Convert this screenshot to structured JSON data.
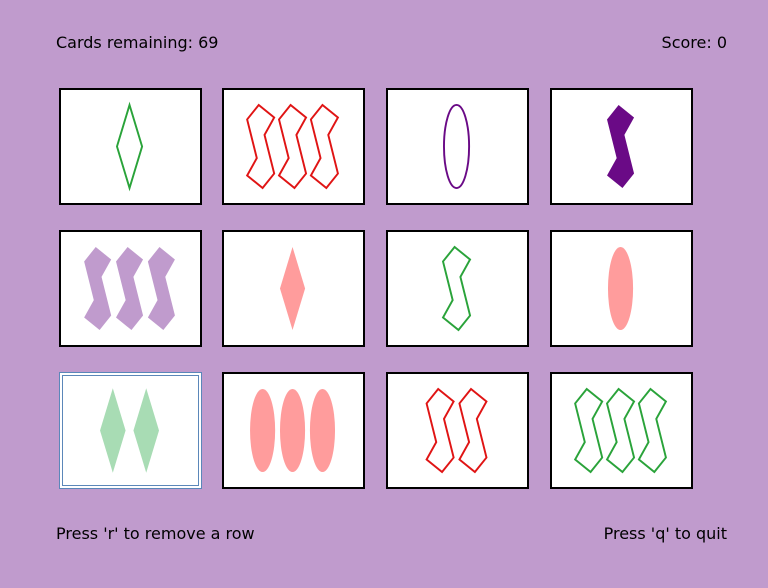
{
  "hud": {
    "cards_remaining_label": "Cards remaining: 69",
    "score_label": "Score: 0",
    "hint_remove": "Press 'r' to remove a row",
    "hint_quit": "Press 'q' to quit"
  },
  "colors": {
    "background": "#c09bcd",
    "green": "#2aa33a",
    "red": "#e01414",
    "purple": "#6a0a86",
    "lilac": "#c09bcd",
    "pink": "#ff9c9c",
    "mint": "#a8dcb4",
    "selection": "#5b87b9"
  },
  "cards": [
    {
      "shape": "diamond",
      "count": 1,
      "color": "#2aa33a",
      "fill": "outline",
      "selected": false
    },
    {
      "shape": "squiggle",
      "count": 3,
      "color": "#e01414",
      "fill": "outline",
      "selected": false
    },
    {
      "shape": "oval",
      "count": 1,
      "color": "#6a0a86",
      "fill": "outline",
      "selected": false
    },
    {
      "shape": "squiggle",
      "count": 1,
      "color": "#6a0a86",
      "fill": "solid",
      "selected": false
    },
    {
      "shape": "squiggle",
      "count": 3,
      "color": "#c09bcd",
      "fill": "solid",
      "selected": false
    },
    {
      "shape": "diamond",
      "count": 1,
      "color": "#ff9c9c",
      "fill": "solid",
      "selected": false
    },
    {
      "shape": "squiggle",
      "count": 1,
      "color": "#2aa33a",
      "fill": "outline",
      "selected": false
    },
    {
      "shape": "oval",
      "count": 1,
      "color": "#ff9c9c",
      "fill": "solid",
      "selected": false
    },
    {
      "shape": "diamond",
      "count": 2,
      "color": "#a8dcb4",
      "fill": "solid",
      "selected": true
    },
    {
      "shape": "oval",
      "count": 3,
      "color": "#ff9c9c",
      "fill": "solid",
      "selected": false
    },
    {
      "shape": "squiggle",
      "count": 2,
      "color": "#e01414",
      "fill": "outline",
      "selected": false
    },
    {
      "shape": "squiggle",
      "count": 3,
      "color": "#2aa33a",
      "fill": "outline",
      "selected": false
    }
  ]
}
